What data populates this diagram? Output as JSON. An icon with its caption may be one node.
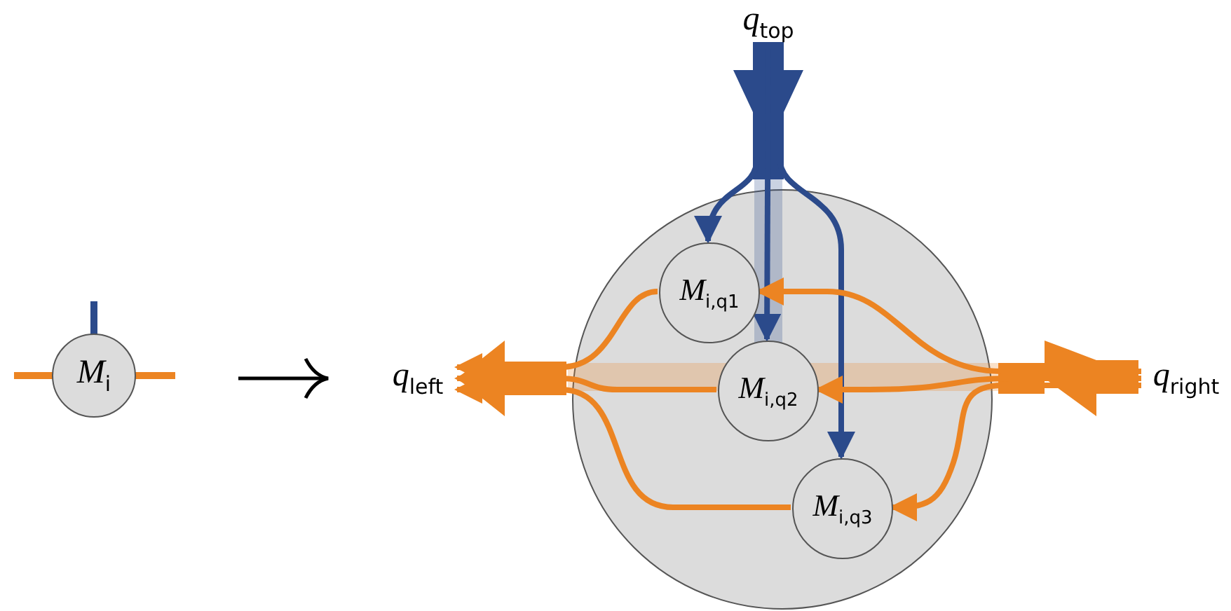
{
  "diagram": {
    "nodes": [
      {
        "text": [
          "*M*$_{i}$"
        ]
      },
      {
        "text": [
          "*q*$_{top}$"
        ]
      },
      {
        "text": [
          "*q*$_{left}$"
        ]
      },
      {
        "text": [],
        "shape": "circle"
      },
      {
        "text": [
          "*M*$_{i,q1}$"
        ],
        "in": 3
      },
      {
        "text": [
          "*M*$_{i,q2}$"
        ],
        "in": 3
      },
      {
        "text": [
          "*M*$_{i,q3}$"
        ],
        "in": 3
      },
      {
        "text": [
          "*q*$_{right}$"
        ]
      }
    ],
    "edges": [
      {
        "from": 1,
        "to": 4,
        "arrow": "to",
        "color": "#2b4a8b"
      },
      {
        "from": 1,
        "to": 5,
        "arrow": "to",
        "color": "#2b4a8b"
      },
      {
        "from": 1,
        "to": 6,
        "arrow": "to",
        "color": "#2b4a8b"
      },
      {
        "from": 7,
        "to": 4,
        "arrow": "to"
      },
      {
        "from": 4,
        "to": 2,
        "arrow": "to"
      },
      {
        "from": 7,
        "to": 5,
        "arrow": "to"
      },
      {
        "from": 5,
        "to": 2,
        "arrow": "to"
      },
      {
        "from": 7,
        "to": 6,
        "arrow": "to"
      },
      {
        "from": 6,
        "to": 2,
        "arrow": "to"
      }
    ]
  }
}
